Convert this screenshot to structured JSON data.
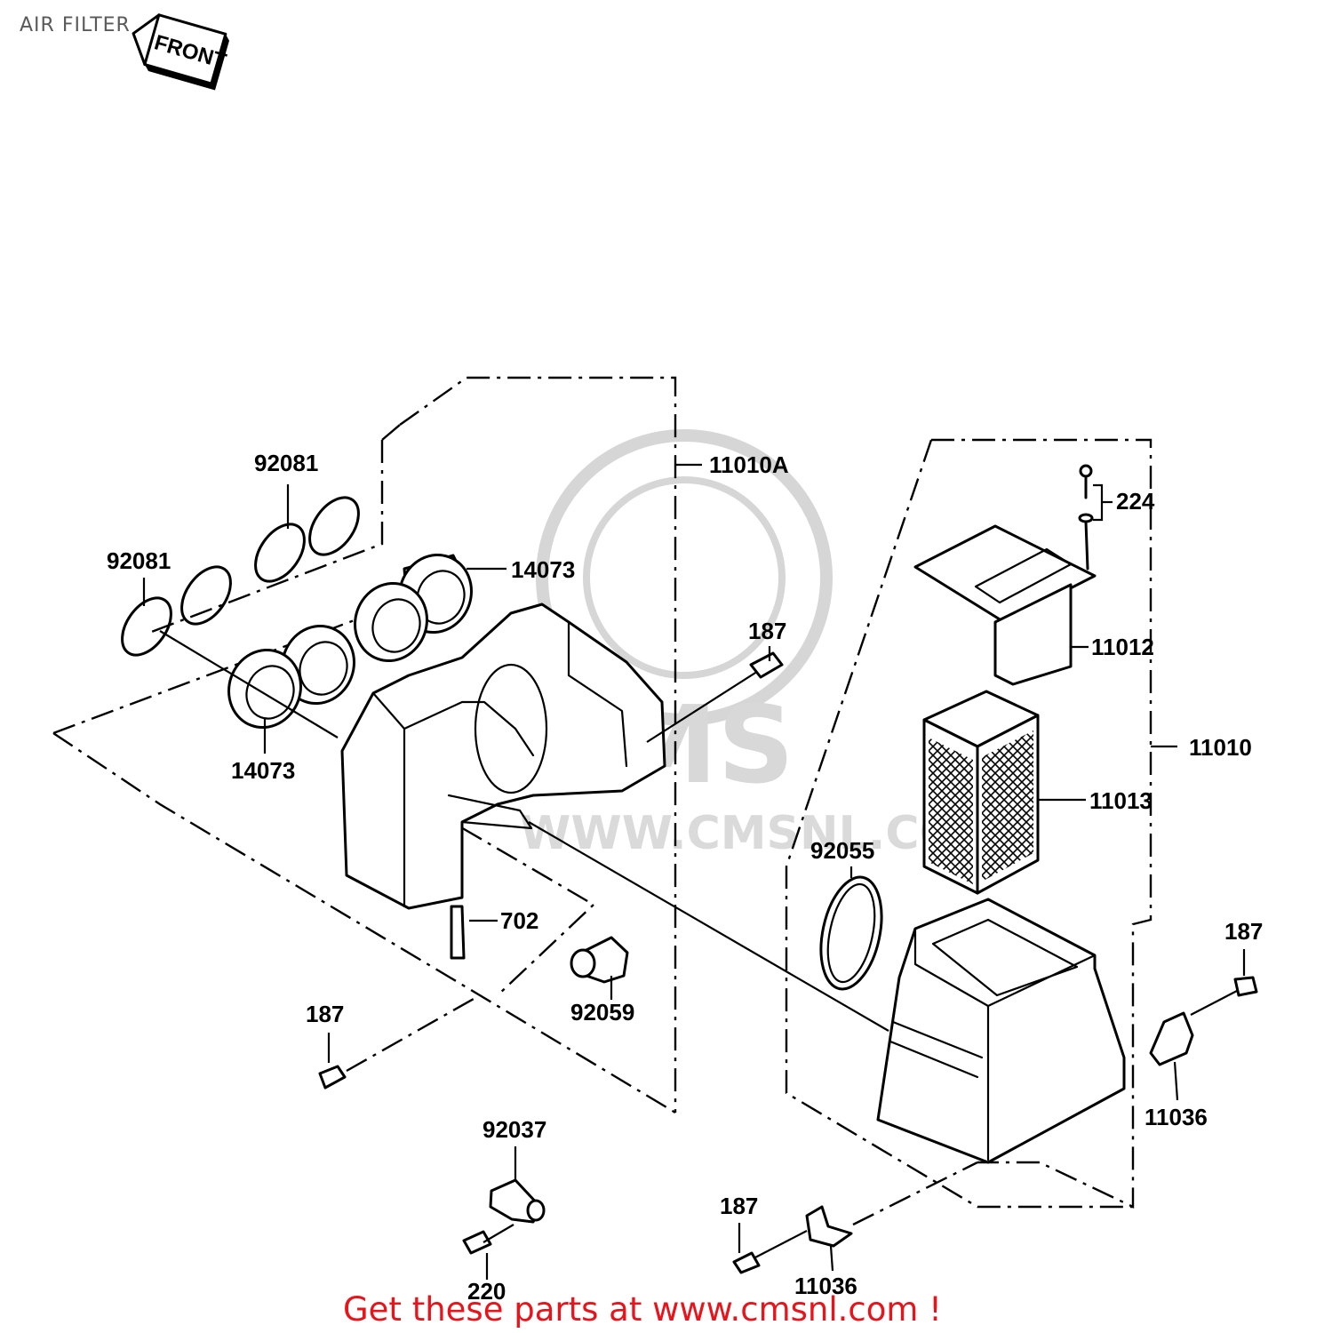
{
  "page": {
    "title": "AIR FILTER"
  },
  "front_marker": {
    "label": "FRONT"
  },
  "watermark": {
    "big": "CMS",
    "url": "WWW.CMSNL.COM"
  },
  "callouts": {
    "c_92081_upper": "92081",
    "c_92081_lower": "92081",
    "c_14073_right": "14073",
    "c_14073_left": "14073",
    "c_11010A": "11010A",
    "c_187_mid": "187",
    "c_224": "224",
    "c_11012": "11012",
    "c_11010": "11010",
    "c_11013": "11013",
    "c_92055": "92055",
    "c_702": "702",
    "c_92059": "92059",
    "c_187_left": "187",
    "c_187_right": "187",
    "c_11036_right": "11036",
    "c_92037": "92037",
    "c_220": "220",
    "c_187_bottom": "187",
    "c_11036_bottom": "11036"
  },
  "footer": {
    "link_text": "Get these parts at www.cmsnl.com !"
  },
  "colors": {
    "ink": "#000000",
    "footer_link": "#e8141b",
    "watermark": "#d6d6d6"
  }
}
